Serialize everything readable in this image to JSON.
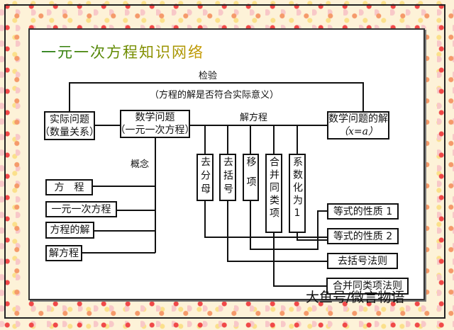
{
  "title": "一元一次方程知识网络",
  "check": {
    "label": "检验",
    "note": "（方程的解是否符合实际意义）"
  },
  "boxes": {
    "real_problem": {
      "line1": "实际问题",
      "line2": "（数量关系）"
    },
    "math_problem": {
      "line1": "数学问题",
      "line2": "（一元一次方程）"
    },
    "math_solution": {
      "line1": "数学问题的解",
      "line2": "（x=a）"
    }
  },
  "solve_label": "解方程",
  "concept_label": "概念",
  "concepts": [
    "方　程",
    "一元一次方程",
    "方程的解",
    "解方程"
  ],
  "steps": [
    "去分母",
    "去括号",
    "移项",
    "合并同类项",
    "系数化为1"
  ],
  "rules": [
    "等式的性质 1",
    "等式的性质 2",
    "去括号法则",
    "合并同类项法则"
  ],
  "watermark": "大鱼号/微言物语",
  "colors": {
    "line": "#111111",
    "title_start": "#1f7a10",
    "title_end": "#c89a00"
  }
}
